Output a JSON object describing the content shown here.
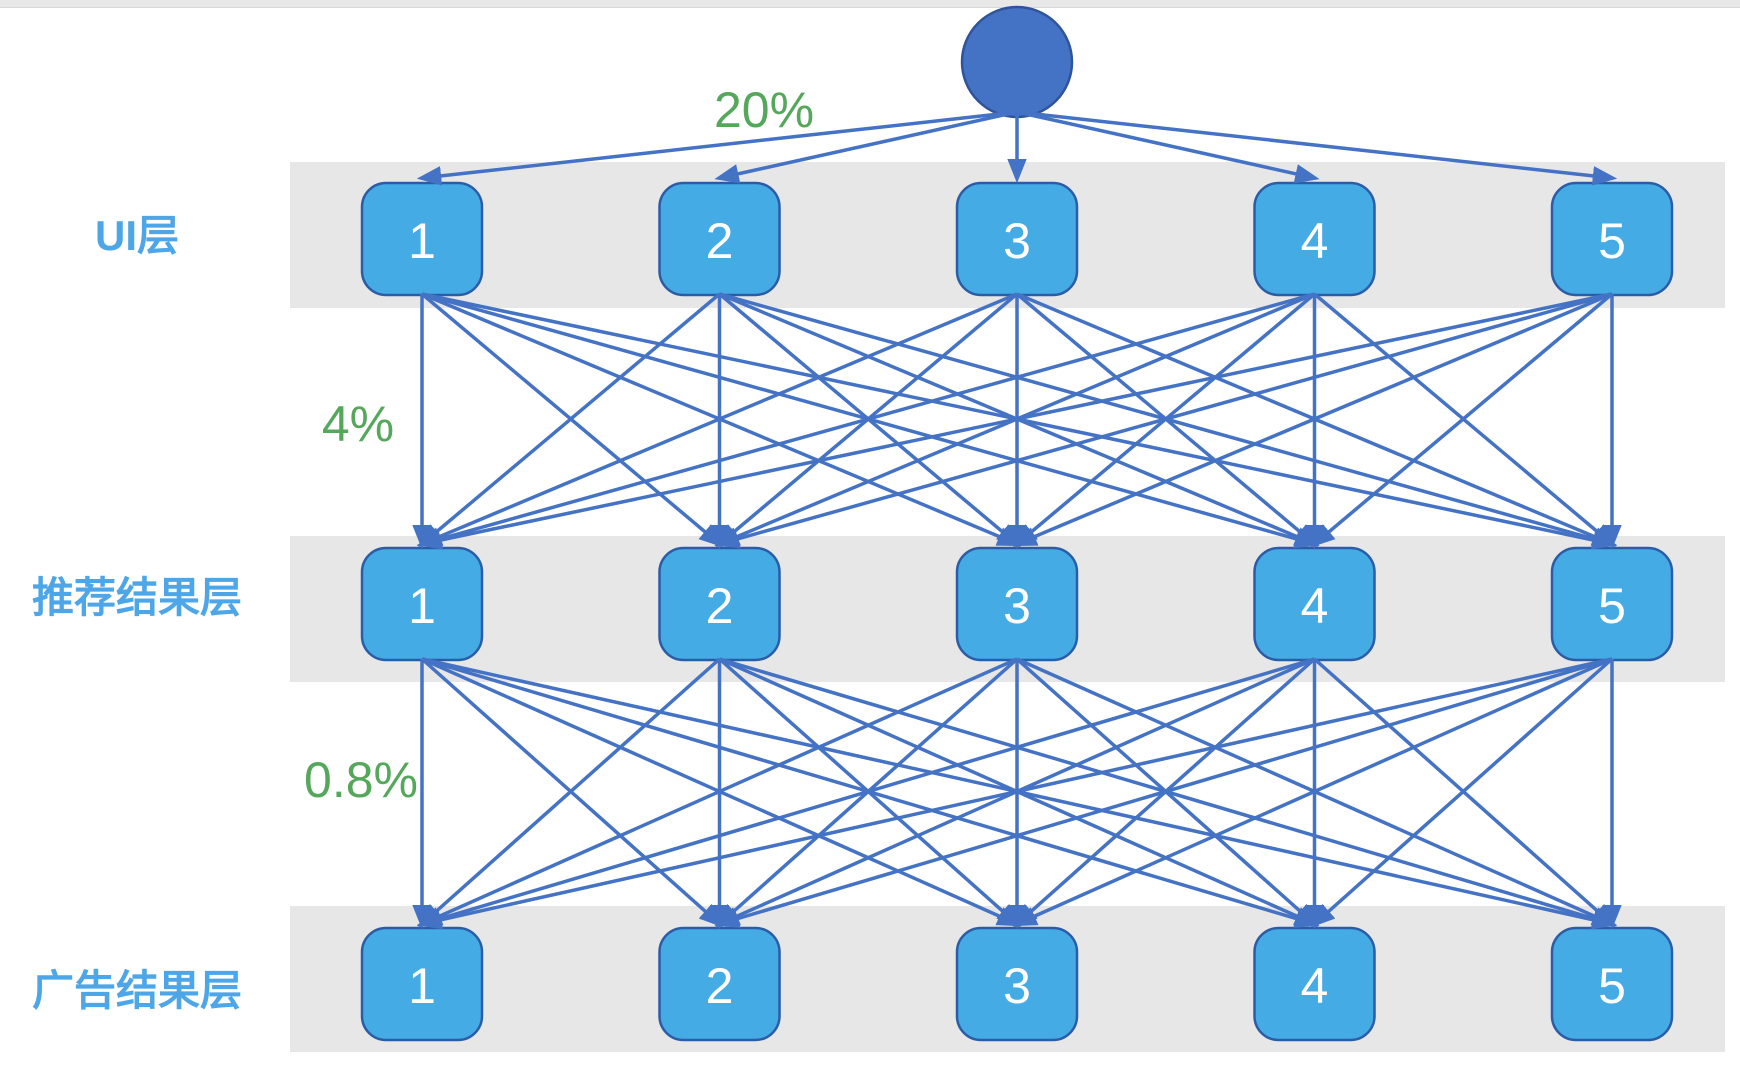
{
  "diagram": {
    "layers": [
      {
        "label": "UI层",
        "incoming_rate": "20%",
        "nodes": [
          "1",
          "2",
          "3",
          "4",
          "5"
        ]
      },
      {
        "label": "推荐结果层",
        "incoming_rate": "4%",
        "nodes": [
          "1",
          "2",
          "3",
          "4",
          "5"
        ]
      },
      {
        "label": "广告结果层",
        "incoming_rate": "0.8%",
        "nodes": [
          "1",
          "2",
          "3",
          "4",
          "5"
        ]
      }
    ],
    "colors": {
      "top_strip": "#e8e8e8",
      "band": "#e7e7e7",
      "node_fill": "#45abe5",
      "node_border": "#2b5da7",
      "node_text": "#ffffff",
      "root_fill": "#4472c4",
      "root_border": "#30549b",
      "edge": "#4472c4",
      "layer_label": "#4da6e8",
      "rate_label": "#55a75c"
    }
  }
}
